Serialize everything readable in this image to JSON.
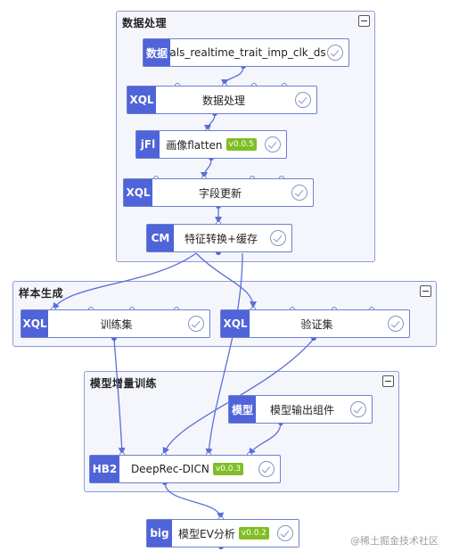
{
  "groups": {
    "data_processing": {
      "title": "数据处理"
    },
    "sample_generation": {
      "title": "样本生成"
    },
    "model_training": {
      "title": "模型增量训练"
    }
  },
  "nodes": {
    "als": {
      "tag": "数据",
      "label": "als_realtime_trait_imp_clk_ds",
      "version": ""
    },
    "xql_proc": {
      "tag": "XQL",
      "label": "数据处理",
      "version": ""
    },
    "jfl": {
      "tag": "jFl",
      "label": "画像flatten",
      "version": "v0.0.5"
    },
    "xql_field": {
      "tag": "XQL",
      "label": "字段更新",
      "version": ""
    },
    "cm": {
      "tag": "CM",
      "label": "特征转换+缓存",
      "version": ""
    },
    "train_set": {
      "tag": "XQL",
      "label": "训练集",
      "version": ""
    },
    "valid_set": {
      "tag": "XQL",
      "label": "验证集",
      "version": ""
    },
    "model_out": {
      "tag": "模型",
      "label": "模型输出组件",
      "version": ""
    },
    "hb2": {
      "tag": "HB2",
      "label": "DeepRec-DICN",
      "version": "v0.0.3"
    },
    "big": {
      "tag": "big",
      "label": "模型EV分析",
      "version": "v0.0.2"
    }
  },
  "colors": {
    "accent": "#4f64d8",
    "edge": "#5b6fd6",
    "version_badge": "#7fbe26",
    "group_border": "#8f9bd6"
  },
  "watermark": "@稀土掘金技术社区"
}
